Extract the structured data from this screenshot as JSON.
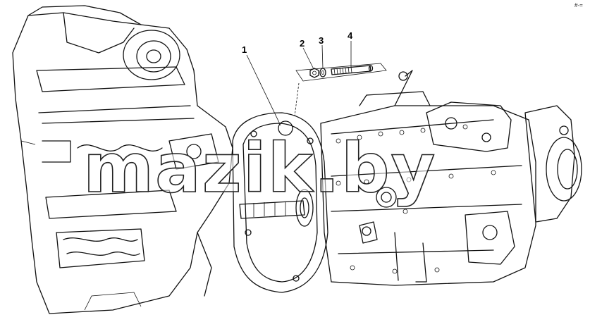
{
  "figure": {
    "watermark_text": "mazik.by",
    "corner_mark": "#-=",
    "callouts": [
      {
        "id": "1",
        "label": "1"
      },
      {
        "id": "2",
        "label": "2"
      },
      {
        "id": "3",
        "label": "3"
      },
      {
        "id": "4",
        "label": "4"
      }
    ]
  },
  "colors": {
    "line": "#111111",
    "background": "#ffffff"
  }
}
